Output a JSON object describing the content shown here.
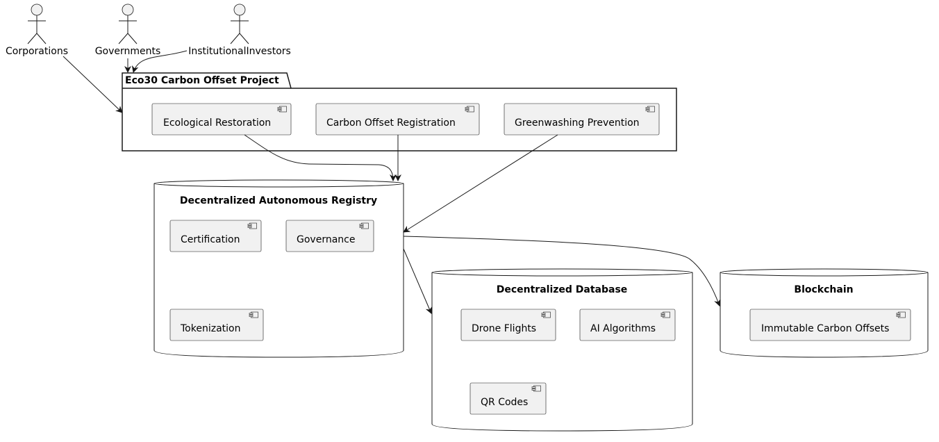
{
  "actors": {
    "corporations": "Corporations",
    "governments": "Governments",
    "investors": "InstitutionalInvestors"
  },
  "package": {
    "title": "Eco30 Carbon Offset Project",
    "components": {
      "ecological": "Ecological Restoration",
      "registration": "Carbon Offset Registration",
      "greenwashing": "Greenwashing Prevention"
    }
  },
  "registry": {
    "title": "Decentralized Autonomous Registry",
    "components": {
      "certification": "Certification",
      "governance": "Governance",
      "tokenization": "Tokenization"
    }
  },
  "database": {
    "title": "Decentralized Database",
    "components": {
      "drone": "Drone Flights",
      "ai": "AI Algorithms",
      "qr": "QR Codes"
    }
  },
  "blockchain": {
    "title": "Blockchain",
    "components": {
      "immutable": "Immutable Carbon Offsets"
    }
  }
}
